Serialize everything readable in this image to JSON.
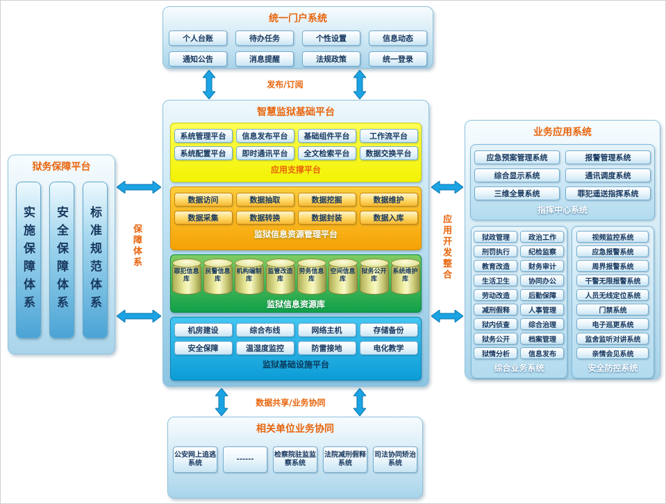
{
  "portal": {
    "title": "统一门户系统",
    "items": [
      "个人台账",
      "待办任务",
      "个性设置",
      "信息动态",
      "通知公告",
      "消息提醒",
      "法规政策",
      "统一登录"
    ]
  },
  "connectors": {
    "top": "发布/订阅",
    "left": "保障体系",
    "right": "应用开发整合",
    "bottom": "数据共享/业务协同"
  },
  "platform": {
    "title": "智慧监狱基础平台",
    "app_support": {
      "label": "应用支撑平台",
      "items": [
        "系统管理平台",
        "信息发布平台",
        "基础组件平台",
        "工作流平台",
        "系统配置平台",
        "即时通讯平台",
        "全文检索平台",
        "数据交换平台"
      ]
    },
    "resource_mgmt": {
      "label": "监狱信息资源管理平台",
      "items": [
        "数据访问",
        "数据抽取",
        "数据挖掘",
        "数据维护",
        "数据采集",
        "数据转换",
        "数据封装",
        "数据入库"
      ]
    },
    "resource_lib": {
      "label": "监狱信息资源库",
      "items": [
        "罪犯信息库",
        "民警信息库",
        "机构编制库",
        "监管改造库",
        "劳务信息库",
        "空间信息库",
        "狱务公开库",
        "系统维护库"
      ]
    },
    "infrastructure": {
      "label": "监狱基础设施平台",
      "items": [
        "机房建设",
        "综合布线",
        "网络主机",
        "存储备份",
        "安全保障",
        "温湿度监控",
        "防雷接地",
        "电化教学"
      ]
    }
  },
  "support": {
    "title": "狱务保障平台",
    "pillars": [
      "实施保障体系",
      "安全保障体系",
      "标准规范体系"
    ]
  },
  "business": {
    "title": "业务应用系统",
    "command": {
      "label": "指挥中心系统",
      "items": [
        "应急预案管理系统",
        "报警管理系统",
        "综合显示系统",
        "通讯调度系统",
        "三维全景系统",
        "罪犯遥送指挥系统"
      ]
    },
    "comprehensive": {
      "label": "综合业务系统",
      "col1": [
        "狱政管理",
        "刑罚执行",
        "教育改造",
        "生活卫生",
        "劳动改造",
        "减刑假释",
        "狱内侦查",
        "狱务公开",
        "狱情分析"
      ],
      "col2": [
        "政治工作",
        "纪检监察",
        "财务审计",
        "协同办公",
        "后勤保障",
        "人事管理",
        "综合治理",
        "档案管理",
        "信息发布"
      ]
    },
    "security": {
      "label": "安全防控系统",
      "items": [
        "视频监控系统",
        "应急报警系统",
        "周界报警系统",
        "干警无限报警系统",
        "人员无线定位系统",
        "门禁系统",
        "电子巡更系统",
        "监舍监听对讲系统",
        "亲情会见系统"
      ]
    }
  },
  "collaboration": {
    "title": "相关单位业务协同",
    "items": [
      "公安网上追逃系统",
      "------",
      "检察院驻监监察系统",
      "法院减刑假释系统",
      "司法协同矫治系统"
    ]
  },
  "colors": {
    "accent_orange": "#e8650d",
    "text_navy": "#17375e",
    "arrow_blue": "#1ba3e3"
  }
}
